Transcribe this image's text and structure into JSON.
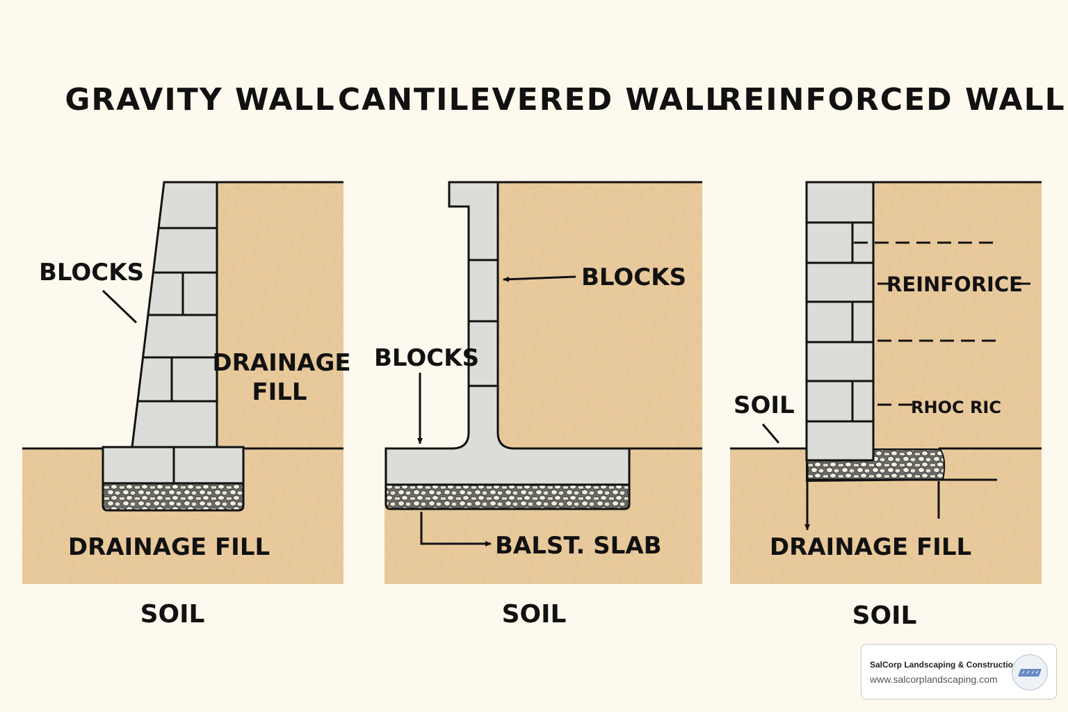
{
  "panels": {
    "gravity": {
      "title": "GRAVITY WALL",
      "blocks_label": "BLOCKS",
      "fill_label_line1": "DRAINAGE",
      "fill_label_line2": "FILL",
      "base_label": "DRAINAGE FILL",
      "soil_label": "SOIL"
    },
    "cantilevered": {
      "title": "CANTILEVERED WALL",
      "blocks_label_right": "BLOCKS",
      "blocks_label_left": "BLOCKS",
      "slab_label": "BALST. SLAB",
      "soil_label": "SOIL"
    },
    "reinforced": {
      "title": "REINFORCED WALL",
      "reinforce_label_1": "REINFORICE",
      "reinforce_label_2": "RHOC RIC",
      "soil_side_label": "SOIL",
      "base_label": "DRAINAGE FILL",
      "soil_label": "SOIL"
    }
  },
  "badge": {
    "company": "SalCorp Landscaping & Construction",
    "url": "www.salcorplandscaping.com",
    "logo_icon": "salcorp-logo-icon"
  },
  "colors": {
    "background": "#fdf9ee",
    "soil": "#e8c99b",
    "block": "#dcdcd8",
    "outline": "#111111"
  }
}
